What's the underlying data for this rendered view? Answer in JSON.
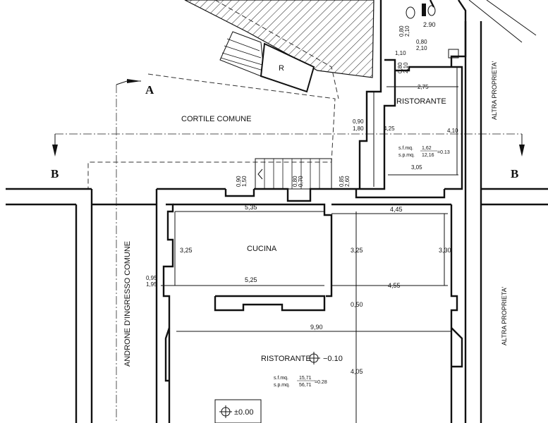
{
  "labels": {
    "cortile": "CORTILE COMUNE",
    "ristorante_top": "RISTORANTE",
    "cucina": "CUCINA",
    "ristorante_main": "RISTORANTE",
    "level_main": "−0.10",
    "level_zero": "±0.00",
    "androne": "ANDRONE D'INGRESSO COMUNE",
    "altra_top": "ALTRA PROPRIETA'",
    "altra_bottom": "ALTRA PROPRIETA'",
    "r_room": "R",
    "section_a": "A",
    "section_b_left": "B",
    "section_b_right": "B"
  },
  "ratios": {
    "top_sf": "s.f.mq.",
    "top_sf_val": "1,62",
    "top_sp": "s.p.mq.",
    "top_sp_val": "12,16",
    "top_result": "=0.13",
    "main_sf": "s.f.mq.",
    "main_sf_val": "15,71",
    "main_sp": "s.p.mq.",
    "main_sp_val": "56,71",
    "main_result": "=0.28"
  },
  "dims": {
    "d_290": "2.90",
    "d_080a": "0,80",
    "d_210a": "2,10",
    "d_080b": "0,80",
    "d_210b": "2,10",
    "d_110": "1,10",
    "d_080c": "0,80",
    "d_210c": "2,10",
    "d_275": "2,75",
    "d_090": "0,90",
    "d_180": "1,80",
    "d_425": "4,25",
    "d_410": "4,10",
    "d_305": "3,05",
    "d_090b": "0,90",
    "d_150": "1,50",
    "d_080d": "0,80",
    "d_070": "0,70",
    "d_085": "0,85",
    "d_260": "2,60",
    "d_535": "5,35",
    "d_445": "4,45",
    "d_325a": "3,25",
    "d_325b": "3,25",
    "d_330": "3,30",
    "d_095": "0,95",
    "d_195": "1,95",
    "d_525": "5,25",
    "d_455": "4,55",
    "d_050": "0,50",
    "d_990": "9,90",
    "d_405": "4,05"
  }
}
